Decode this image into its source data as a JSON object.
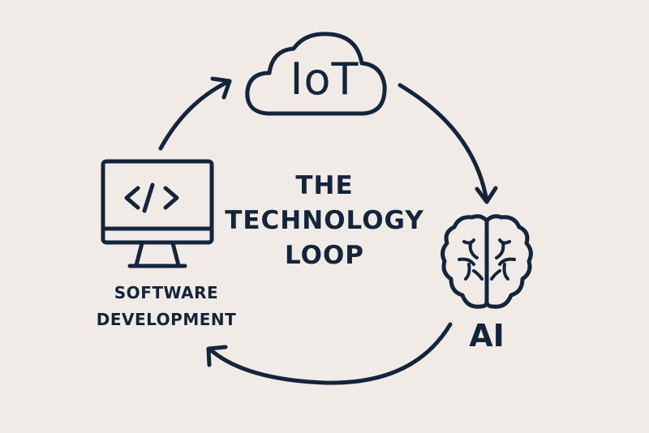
{
  "title": {
    "line1": "THE",
    "line2": "TECHNOLOGY",
    "line3": "LOOP"
  },
  "nodes": {
    "iot": {
      "label": "IoT",
      "icon": "cloud-icon"
    },
    "ai": {
      "label": "AI",
      "icon": "brain-icon"
    },
    "software": {
      "line1": "SOFTWARE",
      "line2": "DEVELOPMENT",
      "icon": "monitor-code-icon"
    }
  },
  "colors": {
    "background": "#f1ebe8",
    "ink": "#14243a"
  }
}
